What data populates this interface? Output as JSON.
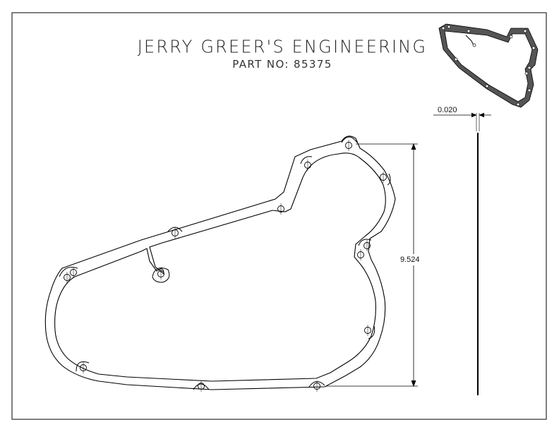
{
  "drawing": {
    "title": "JERRY GREER'S ENGINEERING",
    "part_number": "PART NO: 85375",
    "dimension_height": "9.524",
    "dimension_thickness": "0.020"
  },
  "colors": {
    "line": "#000000",
    "thumbnail_fill": "#555555",
    "background": "#ffffff"
  }
}
